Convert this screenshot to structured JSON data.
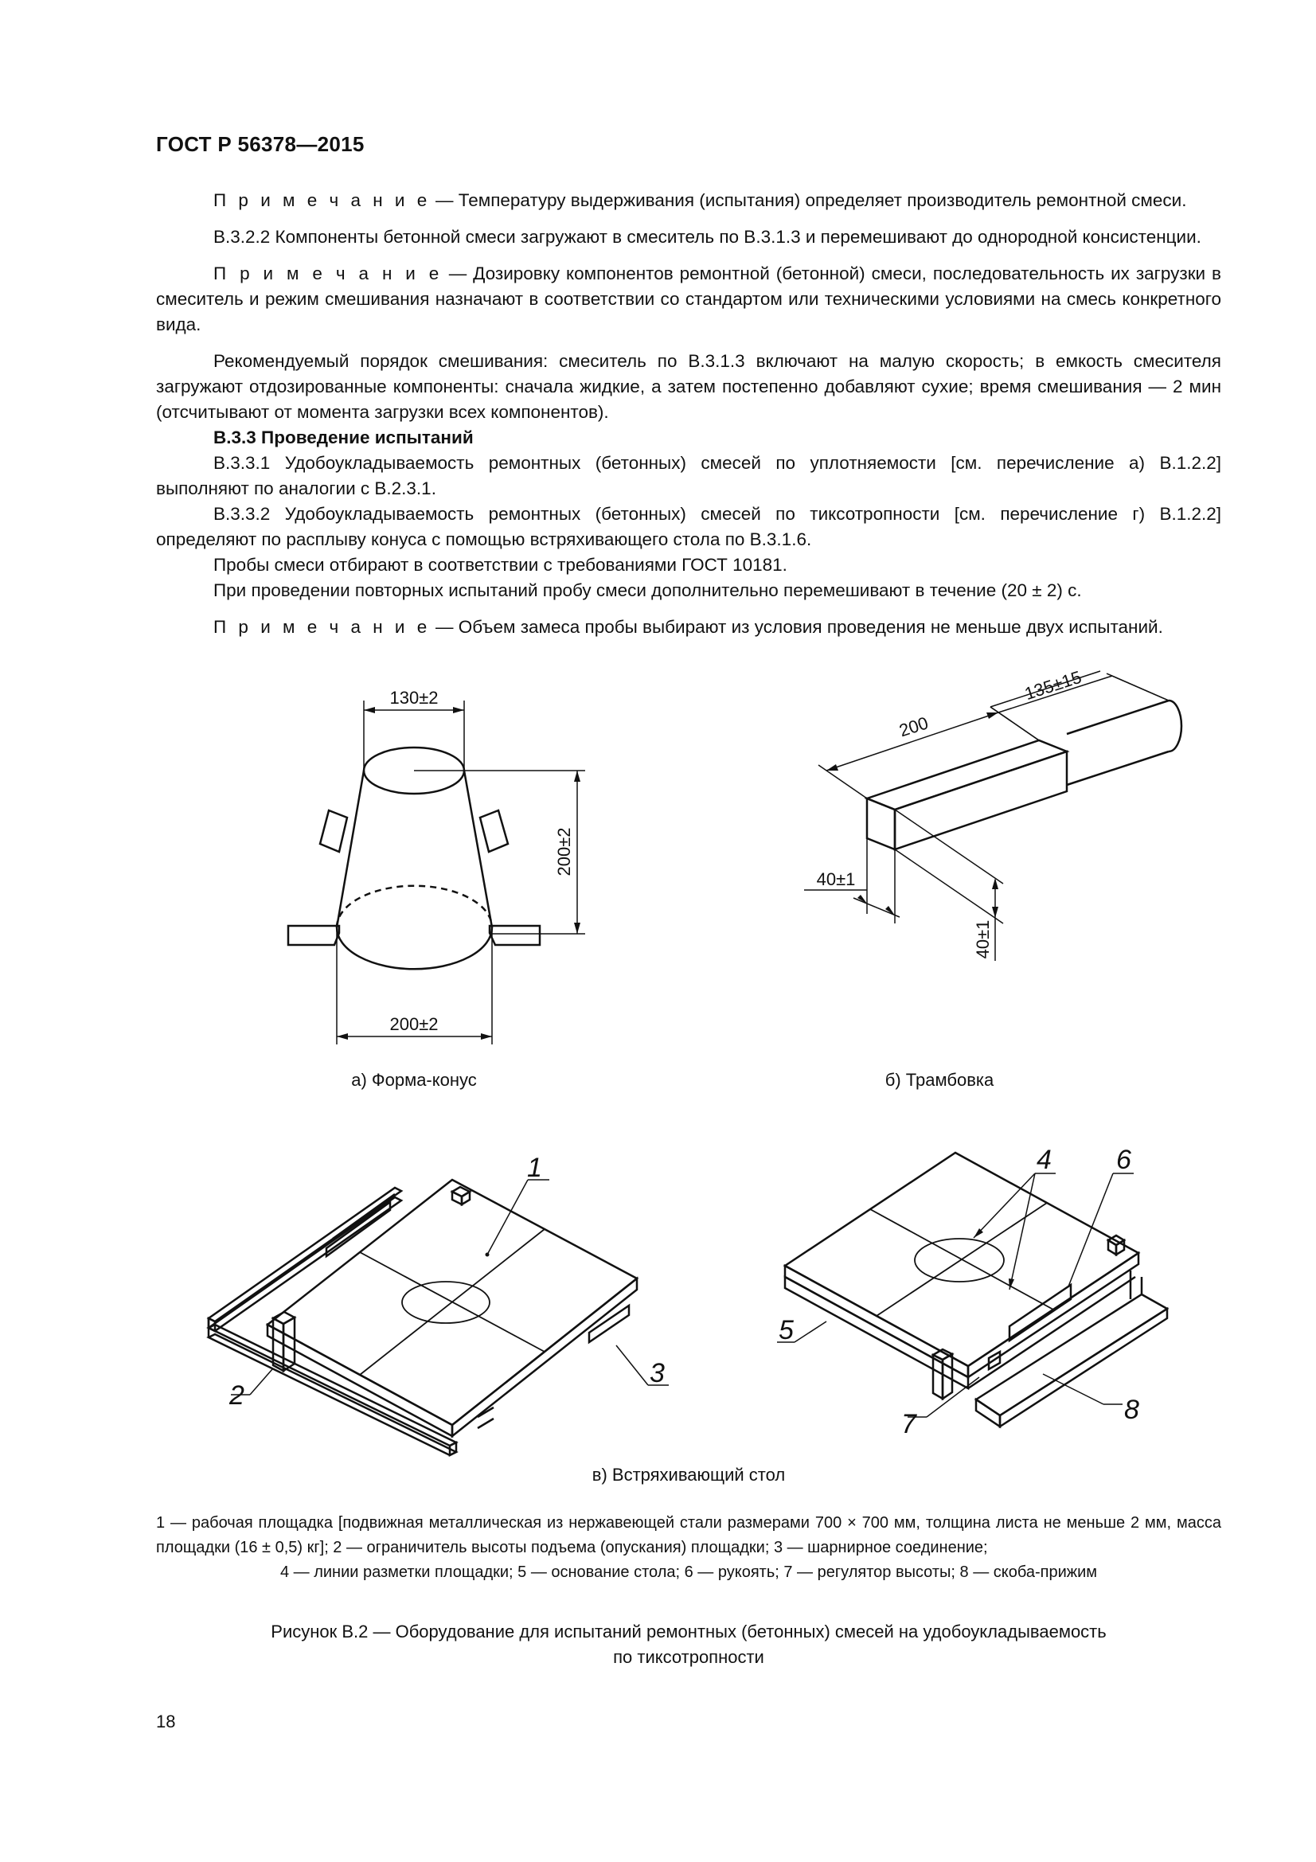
{
  "header": {
    "doc_id": "ГОСТ Р 56378—2015"
  },
  "paragraphs": {
    "note1_label": "П р и м е ч а н и е",
    "note1_text": " — Температуру выдерживания (испытания) определяет производитель ремонтной смеси.",
    "p_b322": "В.3.2.2  Компоненты бетонной смеси загружают в смеситель по В.3.1.3 и перемешивают до однородной консистенции.",
    "note2_label": "П р и м е ч а н и е",
    "note2_text": " — Дозировку компонентов ремонтной (бетонной) смеси, последовательность их загрузки в смеситель и режим смешивания назначают в соответствии со стандартом или техническими условиями на смесь конкретного вида.",
    "p_recommend": "Рекомендуемый порядок смешивания: смеситель по В.3.1.3 включают на малую скорость; в емкость смесителя загружают отдозированные компоненты: сначала жидкие, а затем постепенно добавляют сухие; время смешивания — 2 мин (отсчитывают от момента загрузки всех компонентов).",
    "section_b33": "В.3.3  Проведение испытаний",
    "p_b331": "В.3.3.1  Удобоукладываемость ремонтных (бетонных) смесей по уплотняемости [см. перечисление а) В.1.2.2] выполняют по аналогии с В.2.3.1.",
    "p_b332": "В.3.3.2  Удобоукладываемость ремонтных (бетонных) смесей по тиксотропности [см. перечисление г) В.1.2.2] определяют по расплыву конуса с помощью встряхивающего стола по В.3.1.6.",
    "p_samples": "Пробы смеси отбирают в соответствии с требованиями ГОСТ 10181.",
    "p_repeat": "При проведении повторных испытаний пробу смеси дополнительно перемешивают в течение (20 ± 2) с.",
    "note3_label": "П р и м е ч а н и е",
    "note3_text": " — Объем замеса пробы выбирают из условия проведения не меньше двух испытаний."
  },
  "figure": {
    "cone": {
      "dim_top": "130±2",
      "dim_height": "200±2",
      "dim_bottom": "200±2",
      "caption": "а) Форма-конус"
    },
    "tamper": {
      "dim_length": "200",
      "dim_handle": "135±15",
      "dim_width": "40±1",
      "dim_height": "40±1",
      "caption": "б) Трамбовка"
    },
    "table": {
      "callouts": [
        "1",
        "2",
        "3",
        "4",
        "5",
        "6",
        "7",
        "8"
      ],
      "caption": "в) Встряхивающий стол"
    }
  },
  "legend": {
    "line1": "1 — рабочая площадка [подвижная металлическая из нержавеющей стали размерами 700 × 700 мм, толщина листа не меньше 2 мм, масса площадки (16 ± 0,5) кг]; 2 — ограничитель высоты подъема (опускания) площадки; 3 — шарнирное соединение;",
    "line2": "4 — линии разметки площадки; 5 — основание стола; 6 — рукоять; 7 — регулятор высоты; 8 — скоба-прижим"
  },
  "figure_title": {
    "line1": "Рисунок  В.2 — Оборудование для испытаний ремонтных (бетонных) смесей на удобоукладываемость",
    "line2": "по тиксотропности"
  },
  "page_number": "18"
}
